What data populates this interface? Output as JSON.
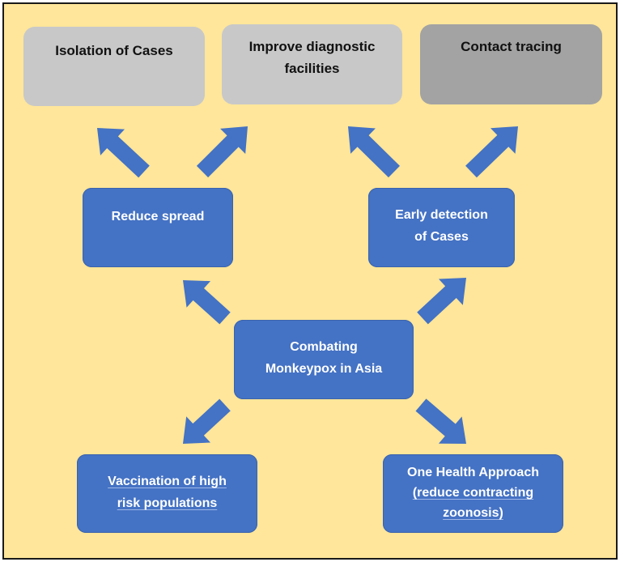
{
  "top": {
    "isolation": "Isolation of Cases",
    "diagnostic_line1": "Improve diagnostic",
    "diagnostic_line2": "facilities",
    "contact": "Contact tracing"
  },
  "middle": {
    "reduce": "Reduce spread",
    "early_line1": "Early detection",
    "early_line2": "of Cases"
  },
  "center": {
    "line1": "Combating",
    "line2": "Monkeypox in Asia"
  },
  "bottom": {
    "vaccination_line1": "Vaccination of high",
    "vaccination_line2": "risk populations",
    "onehealth_line1": "One Health Approach",
    "onehealth_line2": "(reduce contracting",
    "onehealth_line3": "zoonosis)"
  },
  "colors": {
    "background": "#FFE69A",
    "box_blue": "#4472C4",
    "box_gray": "#C8C8C8",
    "box_gray_dark": "#A3A3A3",
    "arrow": "#4472C4"
  }
}
